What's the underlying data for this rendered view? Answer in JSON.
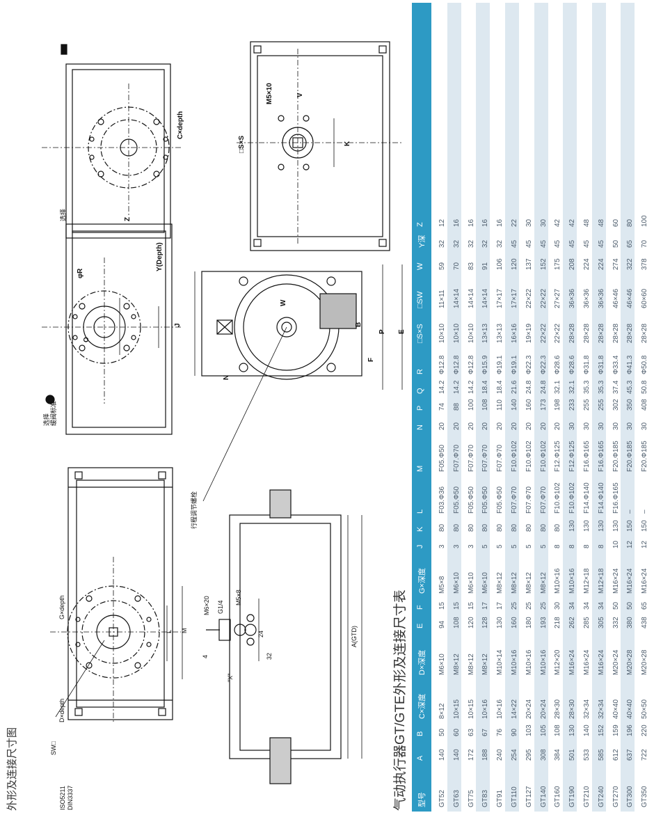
{
  "page_title": "外形及连接尺寸图",
  "table_title": "气动执行器GT/GTE外形及连接尺寸表",
  "drawing_labels": {
    "iso": "ISO5211",
    "din": "DIN3337",
    "sw": "SW□",
    "d_depth": "D×depth",
    "g_depth": "G×depth",
    "l": "L",
    "m": "M",
    "m6x20": "M6×20",
    "g14": "G1/4",
    "m5x8": "M5×8",
    "x": "\"X\"",
    "n24": "24",
    "n32": "32",
    "n4": "4",
    "atd": "A(GTD)",
    "stroke_screw": "行程调节螺栓",
    "option1": "选择",
    "option1b": "缓阀标准",
    "phi_r": "φR",
    "o": "O",
    "y_depth": "Y(Depth)",
    "j": "J",
    "n": "N",
    "b": "B",
    "w": "W",
    "p": "P",
    "e": "E",
    "f": "F",
    "option2": "选择",
    "z": "Z",
    "c_depth": "C×depth",
    "m5x10": "M5×10",
    "v": "V",
    "sxs": "□S×S",
    "k": "K"
  },
  "table": {
    "headers": [
      "型号",
      "A",
      "B",
      "C×深度",
      "D×深度",
      "E",
      "F",
      "G×深度",
      "J",
      "K",
      "L",
      "M",
      "N",
      "P",
      "Q",
      "R",
      "□S×S",
      "□SW",
      "W",
      "Y深",
      "Z"
    ],
    "rows": [
      [
        "GT52",
        "140",
        "50",
        "8×12",
        "M6×10",
        "94",
        "15",
        "M5×8",
        "3",
        "80",
        "F03.Φ36",
        "F05.Φ50",
        "20",
        "74",
        "14.2",
        "Φ12.8",
        "10×10",
        "11×11",
        "59",
        "32",
        "12"
      ],
      [
        "GT63",
        "140",
        "60",
        "10×15",
        "M8×12",
        "108",
        "15",
        "M6×10",
        "3",
        "80",
        "F05.Φ50",
        "F07.Φ70",
        "20",
        "88",
        "14.2",
        "Φ12.8",
        "10×10",
        "14×14",
        "70",
        "32",
        "16"
      ],
      [
        "GT75",
        "172",
        "63",
        "10×15",
        "M8×12",
        "120",
        "15",
        "M6×10",
        "3",
        "80",
        "F05.Φ50",
        "F07.Φ70",
        "20",
        "100",
        "14.2",
        "Φ12.8",
        "10×10",
        "14×14",
        "83",
        "32",
        "16"
      ],
      [
        "GT83",
        "188",
        "67",
        "10×16",
        "M8×12",
        "128",
        "17",
        "M6×10",
        "5",
        "80",
        "F05.Φ50",
        "F07.Φ70",
        "20",
        "108",
        "18.4",
        "Φ15.9",
        "13×13",
        "14×14",
        "91",
        "32",
        "16"
      ],
      [
        "GT91",
        "240",
        "76",
        "10×16",
        "M10×14",
        "130",
        "17",
        "M8×12",
        "5",
        "80",
        "F05.Φ50",
        "F07.Φ70",
        "20",
        "110",
        "18.4",
        "Φ19.1",
        "13×13",
        "17×17",
        "106",
        "32",
        "16"
      ],
      [
        "GT110",
        "254",
        "90",
        "14×22",
        "M10×16",
        "160",
        "25",
        "M8×12",
        "5",
        "80",
        "F07.Φ70",
        "F10.Φ102",
        "20",
        "140",
        "21.6",
        "Φ19.1",
        "16×16",
        "17×17",
        "120",
        "45",
        "22"
      ],
      [
        "GT127",
        "295",
        "103",
        "20×24",
        "M10×16",
        "180",
        "25",
        "M8×12",
        "5",
        "80",
        "F07.Φ70",
        "F10.Φ102",
        "20",
        "160",
        "24.8",
        "Φ22.3",
        "19×19",
        "22×22",
        "137",
        "45",
        "30"
      ],
      [
        "GT140",
        "308",
        "105",
        "20×24",
        "M10×16",
        "193",
        "25",
        "M8×12",
        "5",
        "80",
        "F07.Φ70",
        "F10.Φ102",
        "20",
        "173",
        "24.8",
        "Φ22.3",
        "22×22",
        "22×22",
        "152",
        "45",
        "30"
      ],
      [
        "GT160",
        "384",
        "108",
        "28×30",
        "M12×20",
        "218",
        "30",
        "M10×16",
        "8",
        "80",
        "F10.Φ102",
        "F12.Φ125",
        "20",
        "198",
        "32.1",
        "Φ28.6",
        "22×22",
        "27×27",
        "175",
        "45",
        "42"
      ],
      [
        "GT190",
        "501",
        "130",
        "28×30",
        "M16×24",
        "262",
        "34",
        "M10×16",
        "8",
        "130",
        "F10.Φ102",
        "F12.Φ125",
        "30",
        "233",
        "32.1",
        "Φ28.6",
        "28×28",
        "36×36",
        "208",
        "45",
        "42"
      ],
      [
        "GT210",
        "533",
        "140",
        "32×34",
        "M16×24",
        "285",
        "34",
        "M12×18",
        "8",
        "130",
        "F14.Φ140",
        "F16.Φ165",
        "30",
        "255",
        "35.3",
        "Φ31.8",
        "28×28",
        "36×36",
        "224",
        "45",
        "48"
      ],
      [
        "GT240",
        "585",
        "152",
        "32×34",
        "M16×24",
        "305",
        "34",
        "M12×18",
        "8",
        "130",
        "F14.Φ140",
        "F16.Φ165",
        "30",
        "255",
        "35.3",
        "Φ31.8",
        "28×28",
        "36×36",
        "224",
        "45",
        "48"
      ],
      [
        "GT270",
        "612",
        "159",
        "40×40",
        "M20×24",
        "332",
        "50",
        "M16×24",
        "10",
        "130",
        "F16.Φ165",
        "F20.Φ185",
        "30",
        "302",
        "37.4",
        "Φ33.4",
        "28×28",
        "46×46",
        "274",
        "50",
        "60"
      ],
      [
        "GT300",
        "637",
        "196",
        "40×40",
        "M20×28",
        "380",
        "50",
        "M16×24",
        "12",
        "150",
        "–",
        "F20.Φ185",
        "30",
        "350",
        "45.3",
        "Φ41.3",
        "28×28",
        "46×46",
        "322",
        "65",
        "80"
      ],
      [
        "GT350",
        "722",
        "220",
        "50×50",
        "M20×28",
        "438",
        "65",
        "M16×24",
        "12",
        "150",
        "–",
        "F20.Φ185",
        "30",
        "408",
        "50.8",
        "Φ50.8",
        "28×28",
        "60×60",
        "378",
        "70",
        "100"
      ]
    ]
  }
}
